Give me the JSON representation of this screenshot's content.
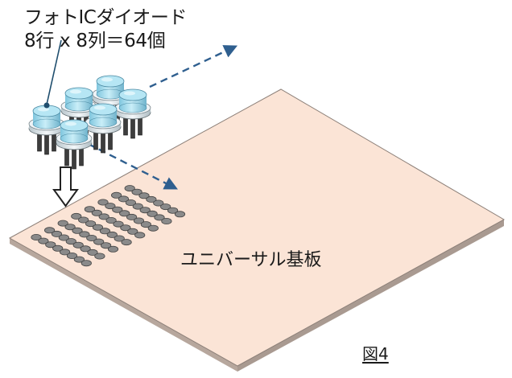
{
  "diagram": {
    "component_title": "フォトICダイオード",
    "component_count": "8行 x 8列＝64個",
    "board_label": "ユニバーサル基板",
    "figure_label": "図4"
  },
  "colors": {
    "board_fill": "#fbe4d6",
    "board_edge": "#c9b6aa",
    "hole_fill": "#8a8a8a",
    "diode_cap": "#a8dced",
    "diode_base": "#e7eef2",
    "arrow_dashed": "#2f5f8f"
  }
}
